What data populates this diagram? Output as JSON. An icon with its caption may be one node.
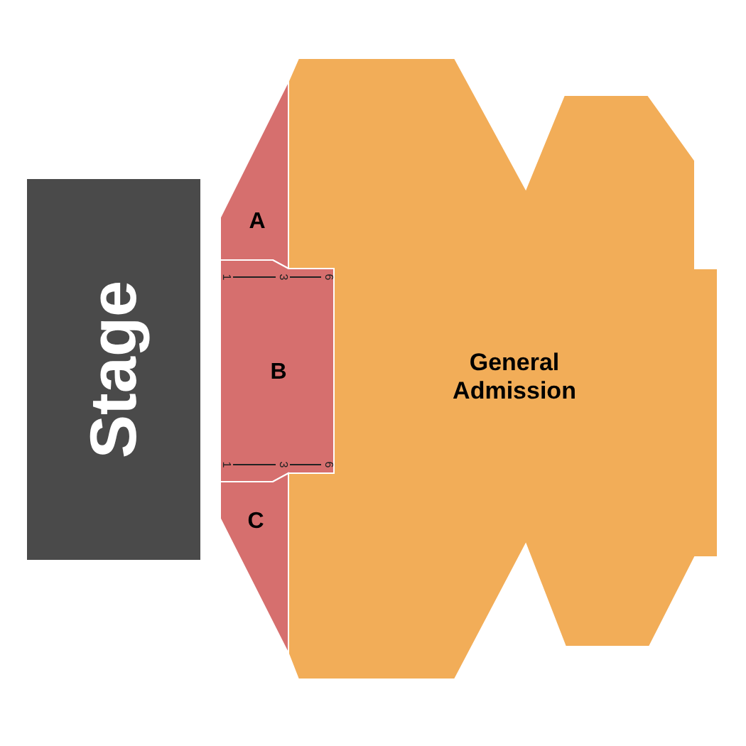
{
  "diagram": {
    "nodes": [
      {
        "text": [
          "Stage"
        ]
      },
      {
        "text": [
          "A"
        ]
      },
      {
        "text": [
          "B"
        ]
      },
      {
        "text": [
          "C"
        ]
      },
      {
        "text": [
          "General Admission"
        ]
      }
    ],
    "labels": [
      "1",
      "3",
      "6",
      "1",
      "3",
      "6"
    ]
  }
}
